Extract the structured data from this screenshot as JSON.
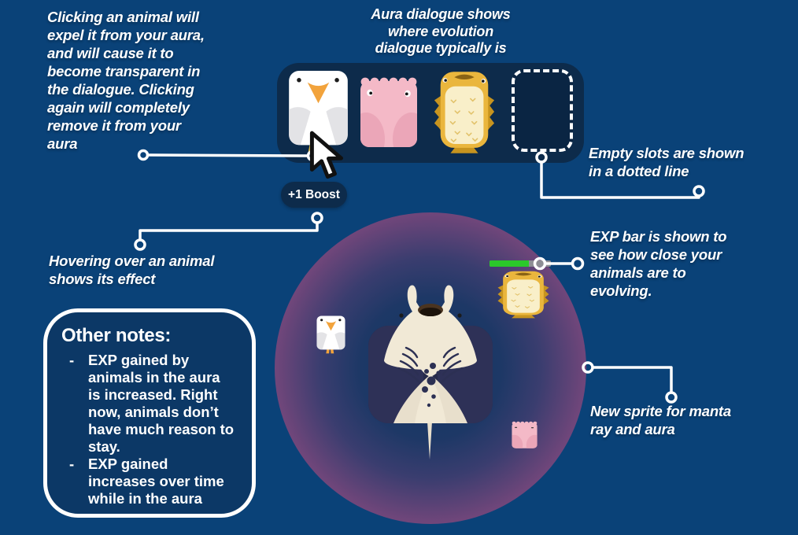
{
  "colors": {
    "background": "#0a4278",
    "panel": "#0d2b4b",
    "notes_box": "#0c3866",
    "text": "#ffffff",
    "aura_rim": "#a85289",
    "exp_green": "#2bc82a",
    "exp_track": "#8e8e95"
  },
  "annotations": {
    "clicking": "Clicking an animal will\nexpel it from your aura,\nand will cause it to\nbecome transparent in\nthe dialogue. Clicking\nagain will completely\nremove it from your\naura",
    "aura_dialogue": "Aura dialogue shows\nwhere evolution\ndialogue typically is",
    "empty_slots": "Empty slots are shown\nin a dotted line",
    "hover": "Hovering over an animal\nshows its effect",
    "exp_bar": "EXP bar is shown to\nsee how close your\nanimals are to\nevolving.",
    "new_sprite": "New sprite for manta\nray and aura"
  },
  "tooltip": {
    "boost_label": "+1 Boost"
  },
  "other_notes": {
    "title": "Other notes:",
    "bullet": "-",
    "items": [
      "EXP gained by\nanimals in the aura\nis increased. Right\nnow, animals don’t\nhave much reason to\nstay.",
      "EXP gained\nincreases over time\nwhile in the aura"
    ]
  },
  "dialogue": {
    "slots": [
      {
        "icon": "penguin-sprite",
        "state": "selected-by-cursor"
      },
      {
        "icon": "pink-blob-sprite",
        "state": "filled"
      },
      {
        "icon": "pufferfish-sprite",
        "state": "filled"
      },
      {
        "icon": "empty-slot",
        "state": "empty"
      }
    ]
  },
  "aura": {
    "center_icon": "manta-ray-sprite",
    "members": [
      "penguin-sprite",
      "pufferfish-sprite",
      "pink-blob-sprite"
    ],
    "exp_bar_percent": 64
  }
}
